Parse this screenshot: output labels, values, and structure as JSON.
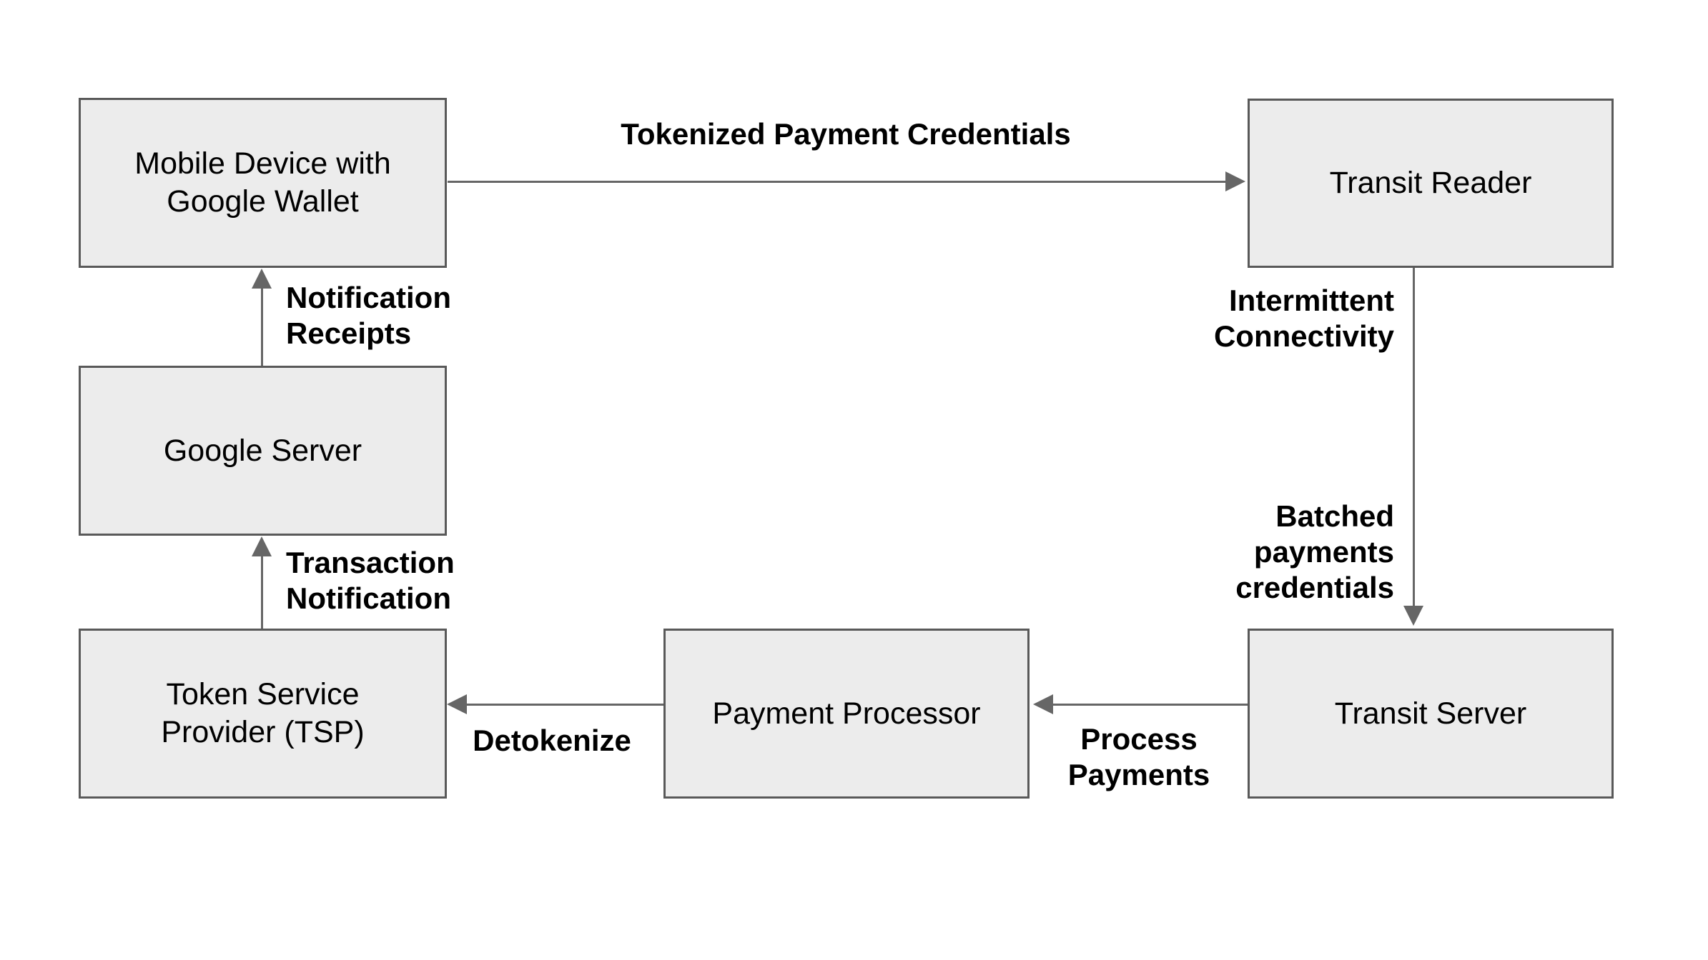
{
  "colors": {
    "background": "#ffffff",
    "node_fill": "#ececec",
    "node_border": "#595959",
    "arrow": "#666666",
    "text": "#000000"
  },
  "nodes": {
    "mobile_device": {
      "label": "Mobile Device with\nGoogle Wallet"
    },
    "transit_reader": {
      "label": "Transit Reader"
    },
    "google_server": {
      "label": "Google Server"
    },
    "tsp": {
      "label": "Token Service\nProvider (TSP)"
    },
    "payment_processor": {
      "label": "Payment Processor"
    },
    "transit_server": {
      "label": "Transit Server"
    }
  },
  "edges": {
    "tokenized_payment_credentials": {
      "label": "Tokenized Payment Credentials",
      "from": "mobile_device",
      "to": "transit_reader",
      "direction": "right"
    },
    "intermittent_connectivity": {
      "label": "Intermittent\nConnectivity",
      "from": "transit_reader",
      "to": "transit_server",
      "direction": "down"
    },
    "batched_payments_credentials": {
      "label": "Batched\npayments\ncredentials",
      "from": "transit_reader",
      "to": "transit_server",
      "direction": "down"
    },
    "process_payments": {
      "label": "Process\nPayments",
      "from": "transit_server",
      "to": "payment_processor",
      "direction": "left"
    },
    "detokenize": {
      "label": "Detokenize",
      "from": "payment_processor",
      "to": "tsp",
      "direction": "left"
    },
    "transaction_notification": {
      "label": "Transaction\nNotification",
      "from": "tsp",
      "to": "google_server",
      "direction": "up"
    },
    "notification_receipts": {
      "label": "Notification\nReceipts",
      "from": "google_server",
      "to": "mobile_device",
      "direction": "up"
    }
  }
}
